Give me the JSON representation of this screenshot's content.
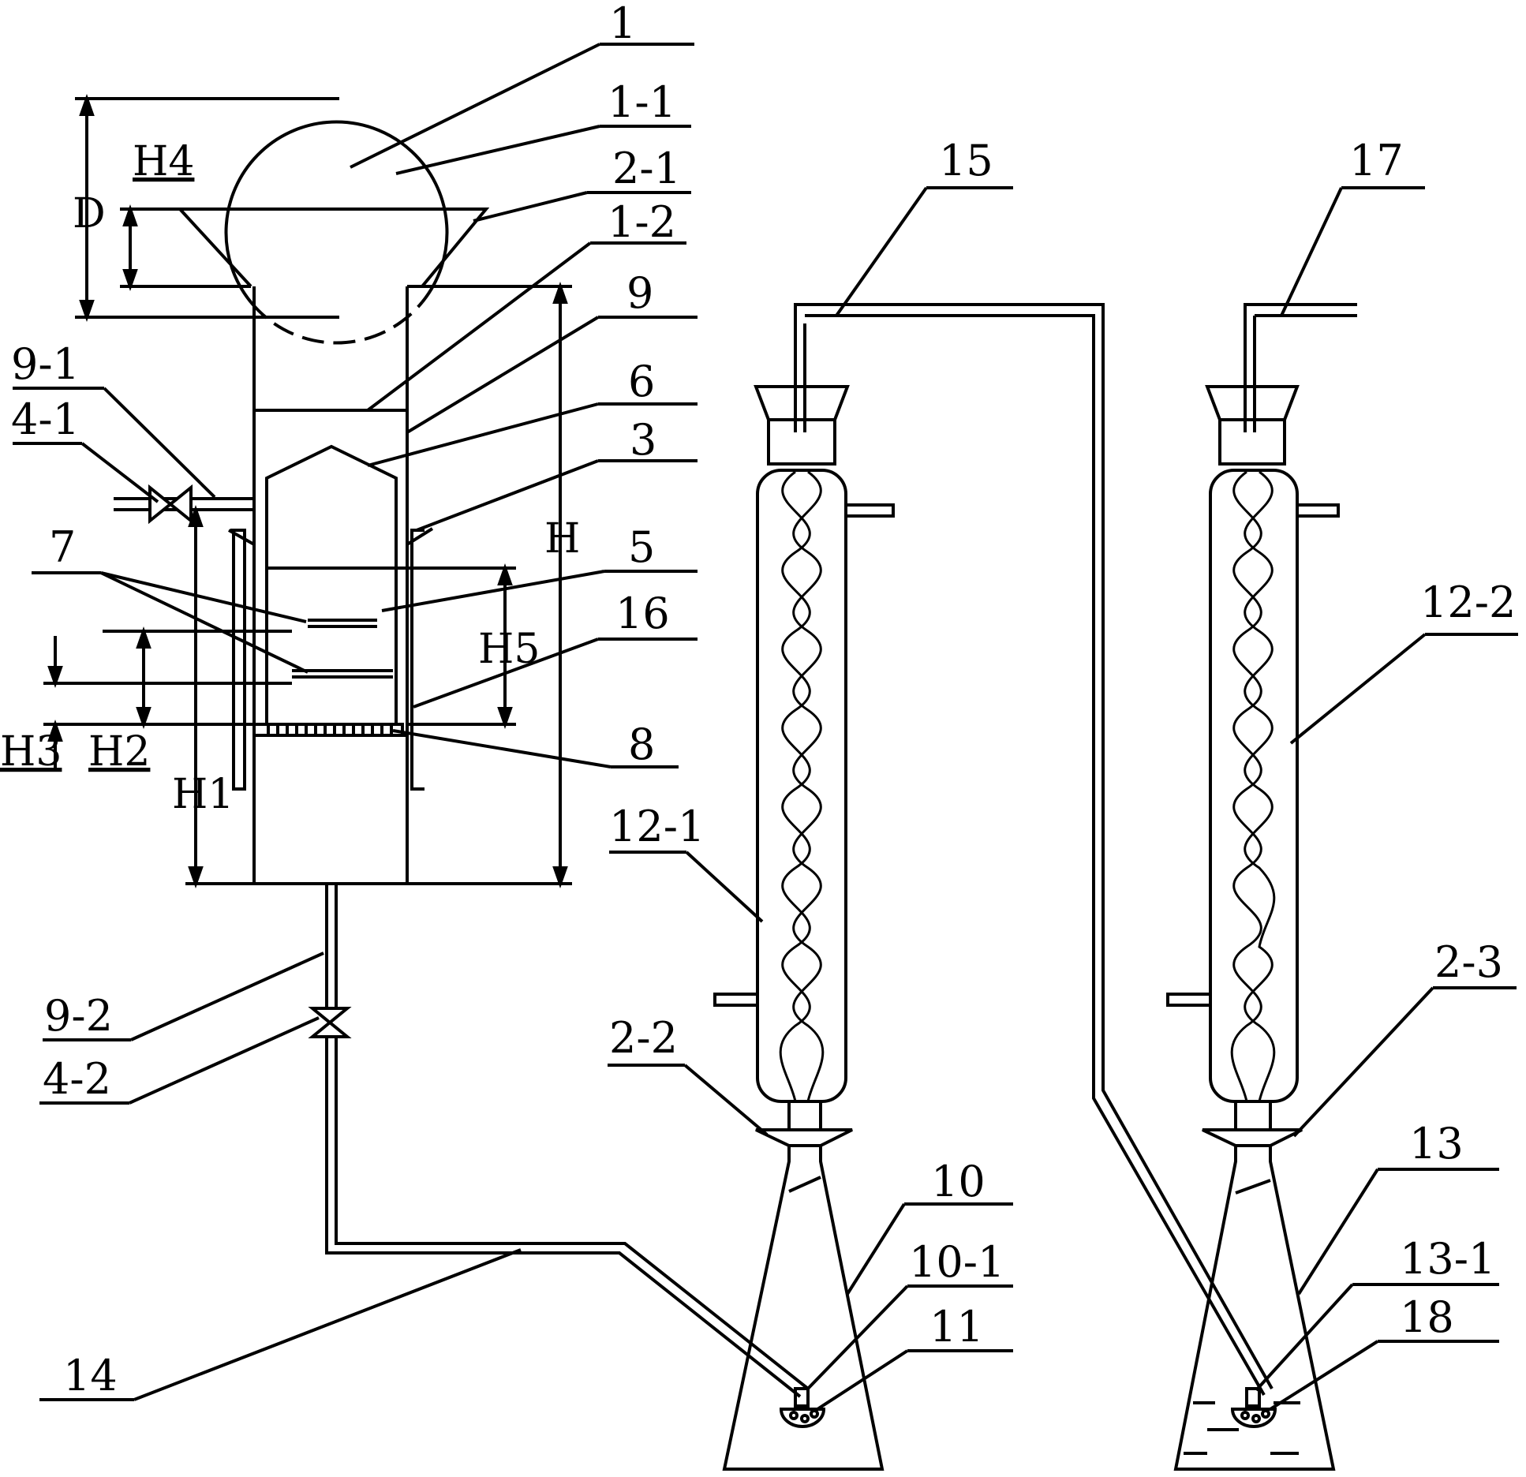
{
  "labels": {
    "l1": "1",
    "l1_1": "1-1",
    "l2_1": "2-1",
    "l1_2": "1-2",
    "l9": "9",
    "l6": "6",
    "l3": "3",
    "l5": "5",
    "l16": "16",
    "l8": "8",
    "l7": "7",
    "l9_1": "9-1",
    "l4_1": "4-1",
    "l9_2": "9-2",
    "l4_2": "4-2",
    "l14": "14",
    "l15": "15",
    "l17": "17",
    "l12_1": "12-1",
    "l12_2": "12-2",
    "l2_2": "2-2",
    "l2_3": "2-3",
    "l10": "10",
    "l10_1": "10-1",
    "l11": "11",
    "l13": "13",
    "l13_1": "13-1",
    "l18": "18"
  },
  "dimensions": {
    "D": "D",
    "H": "H",
    "H1": "H1",
    "H2": "H2",
    "H3": "H3",
    "H4": "H4",
    "H5": "H5"
  }
}
